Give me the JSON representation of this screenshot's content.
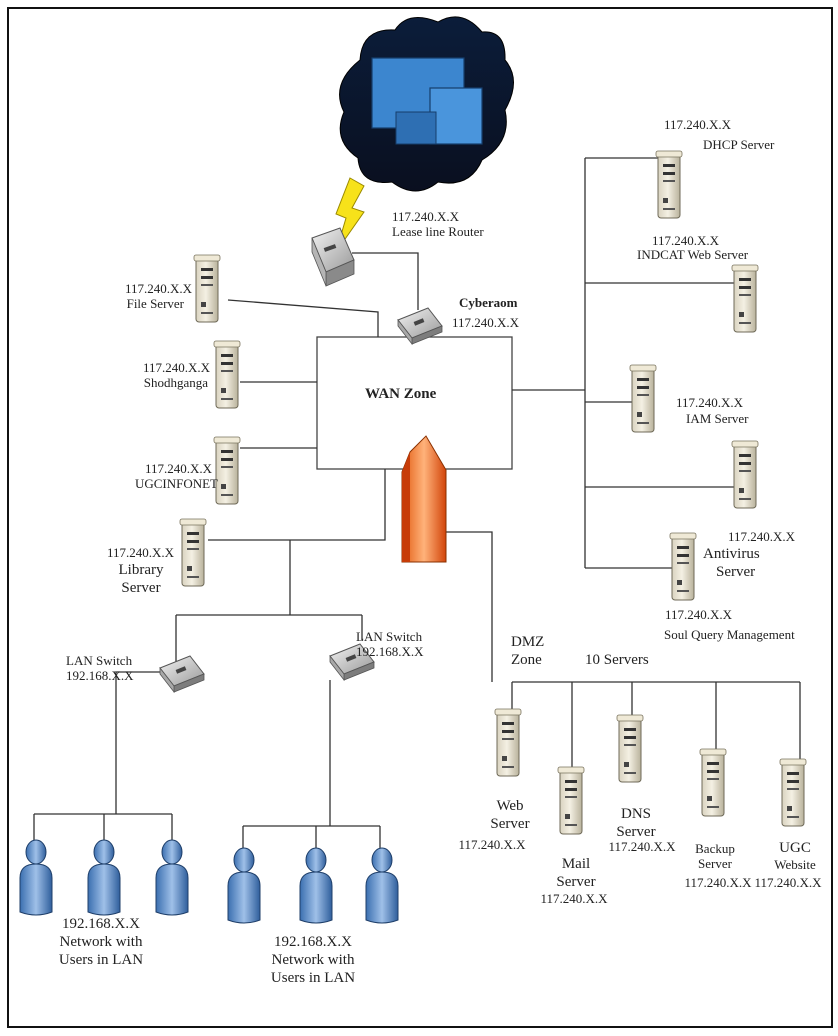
{
  "zones": {
    "wan": "WAN Zone",
    "dmz_line1": "DMZ",
    "dmz_line2": "Zone",
    "dmz_count": "10 Servers"
  },
  "router": {
    "ip": "117.240.X.X",
    "name": "Lease line Router"
  },
  "cyberoam": {
    "name": "Cyberaom",
    "ip": "117.240.X.X"
  },
  "left_servers": [
    {
      "ip": "117.240.X.X",
      "name": "File Server"
    },
    {
      "ip": "117.240.X.X",
      "name": "Shodhganga"
    },
    {
      "ip": "117.240.X.X",
      "name": "UGCINFONET"
    },
    {
      "ip": "117.240.X.X",
      "name1": "Library",
      "name2": "Server"
    }
  ],
  "right_servers": [
    {
      "ip": "117.240.X.X",
      "name": "DHCP Server"
    },
    {
      "ip": "117.240.X.X",
      "name": "INDCAT Web Server"
    },
    {
      "ip": "117.240.X.X",
      "name": "IAM Server"
    },
    {
      "ip": "117.240.X.X",
      "name1": "Antivirus",
      "name2": "Server"
    },
    {
      "ip": "117.240.X.X",
      "name": "Soul Query Management"
    }
  ],
  "lan_switches": [
    {
      "name": "LAN Switch",
      "ip": "192.168.X.X"
    },
    {
      "name": "LAN Switch",
      "ip": "192.168.X.X"
    }
  ],
  "lan_groups": [
    {
      "ip": "192.168.X.X",
      "line1": "Network with",
      "line2": "Users in LAN"
    },
    {
      "ip": "192.168.X.X",
      "line1": "Network with",
      "line2": "Users in LAN"
    }
  ],
  "dmz_servers": [
    {
      "name1": "Web",
      "name2": "Server",
      "ip": "117.240.X.X"
    },
    {
      "name1": "Mail",
      "name2": "Server",
      "ip": "117.240.X.X"
    },
    {
      "name1": "DNS",
      "name2": "Server",
      "ip": "117.240.X.X"
    },
    {
      "name1": "Backup",
      "name2": "Server",
      "ip": "117.240.X.X"
    },
    {
      "name1": "UGC",
      "name2": "Website",
      "ip": "117.240.X.X"
    }
  ]
}
